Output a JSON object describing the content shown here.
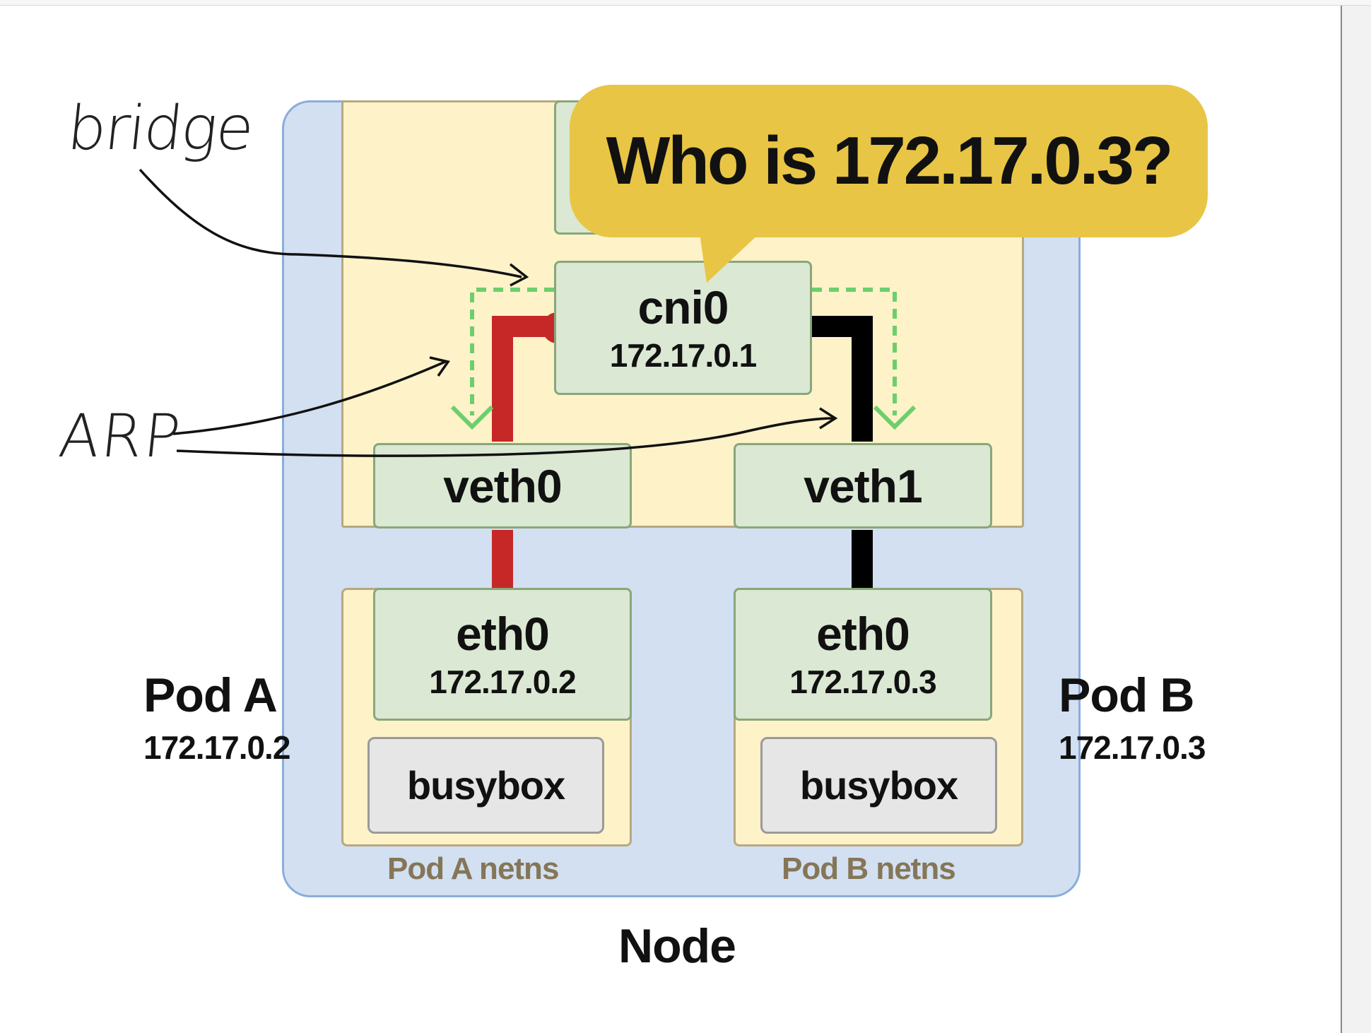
{
  "node": {
    "label": "Node"
  },
  "speech": {
    "text": "Who is 172.17.0.3?"
  },
  "cni0": {
    "name": "cni0",
    "ip": "172.17.0.1"
  },
  "veth0": {
    "name": "veth0"
  },
  "veth1": {
    "name": "veth1"
  },
  "pod_a": {
    "title": "Pod A",
    "ip": "172.17.0.2",
    "netns_label": "Pod A netns",
    "eth": {
      "name": "eth0",
      "ip": "172.17.0.2"
    },
    "container": "busybox"
  },
  "pod_b": {
    "title": "Pod B",
    "ip": "172.17.0.3",
    "netns_label": "Pod B netns",
    "eth": {
      "name": "eth0",
      "ip": "172.17.0.3"
    },
    "container": "busybox"
  },
  "annotations": {
    "bridge": "bridge",
    "arp": "ARP"
  },
  "colors": {
    "node_fill": "#d2e0f2",
    "netns_fill": "#fef2c9",
    "interface_fill": "#dbe8d3",
    "bubble": "#e8c544",
    "pod_a_link": "#c62828",
    "pod_b_link": "#000000",
    "arp_path": "#6ccf6c"
  }
}
